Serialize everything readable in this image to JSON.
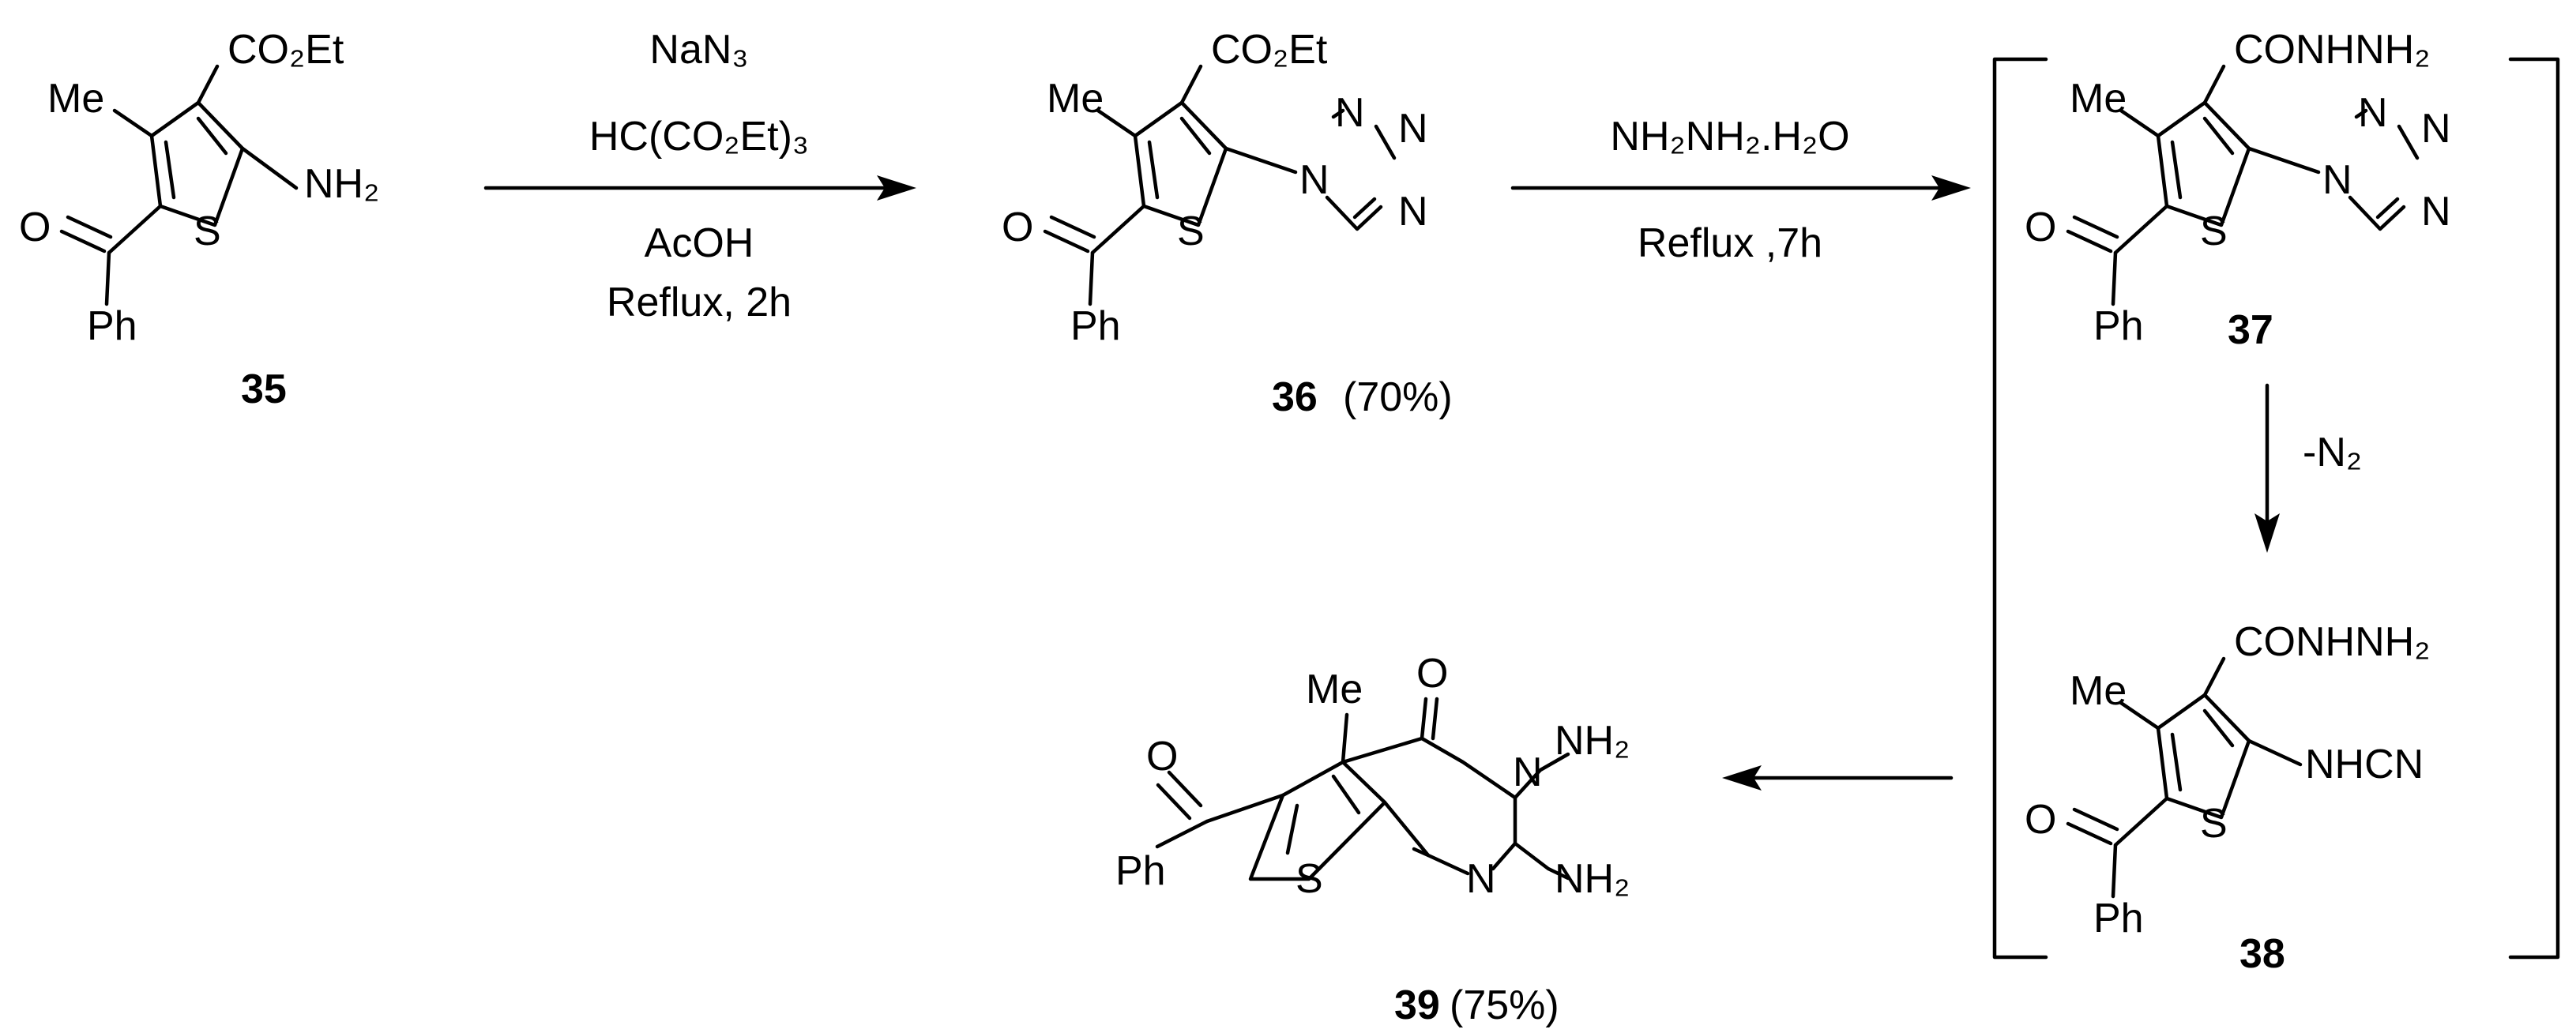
{
  "compounds": {
    "c35": {
      "number": "35",
      "substituents": {
        "ester": "CO₂Et",
        "amine": "NH₂",
        "methyl": "Me",
        "ring_S": "S",
        "carbonyl_O": "O",
        "phenyl": "Ph"
      }
    },
    "c36": {
      "number": "36",
      "yield": "(70%)",
      "substituents": {
        "ester": "CO₂Et",
        "methyl": "Me",
        "ring_S": "S",
        "carbonyl_O": "O",
        "phenyl": "Ph",
        "tetrazole_N1": "N",
        "tetrazole_N2": "N",
        "tetrazole_N3": "N",
        "tetrazole_N4": "N"
      }
    },
    "c37": {
      "number": "37",
      "substituents": {
        "hydrazide": "CONHNH₂",
        "methyl": "Me",
        "ring_S": "S",
        "carbonyl_O": "O",
        "phenyl": "Ph",
        "tetrazole_N1": "N",
        "tetrazole_N2": "N",
        "tetrazole_N3": "N",
        "tetrazole_N4": "N"
      }
    },
    "c38": {
      "number": "38",
      "substituents": {
        "hydrazide": "CONHNH₂",
        "cyanamide": "NHCN",
        "methyl": "Me",
        "ring_S": "S",
        "carbonyl_O": "O",
        "phenyl": "Ph"
      }
    },
    "c39": {
      "number": "39",
      "yield": "(75%)",
      "substituents": {
        "methyl": "Me",
        "ring_O": "O",
        "N3": "N",
        "amino3": "NH₂",
        "amino2": "NH₂",
        "N1": "N",
        "ring_S": "S",
        "carbonyl_O": "O",
        "phenyl": "Ph"
      }
    }
  },
  "steps": {
    "step1": {
      "reagent1": "NaN₃",
      "reagent2": "HC(CO₂Et)₃",
      "solvent": "AcOH",
      "conditions": "Reflux, 2h"
    },
    "step2": {
      "reagent": "NH₂NH₂.H₂O",
      "conditions": "Reflux ,7h"
    },
    "step3": {
      "loss": "-N₂"
    }
  }
}
